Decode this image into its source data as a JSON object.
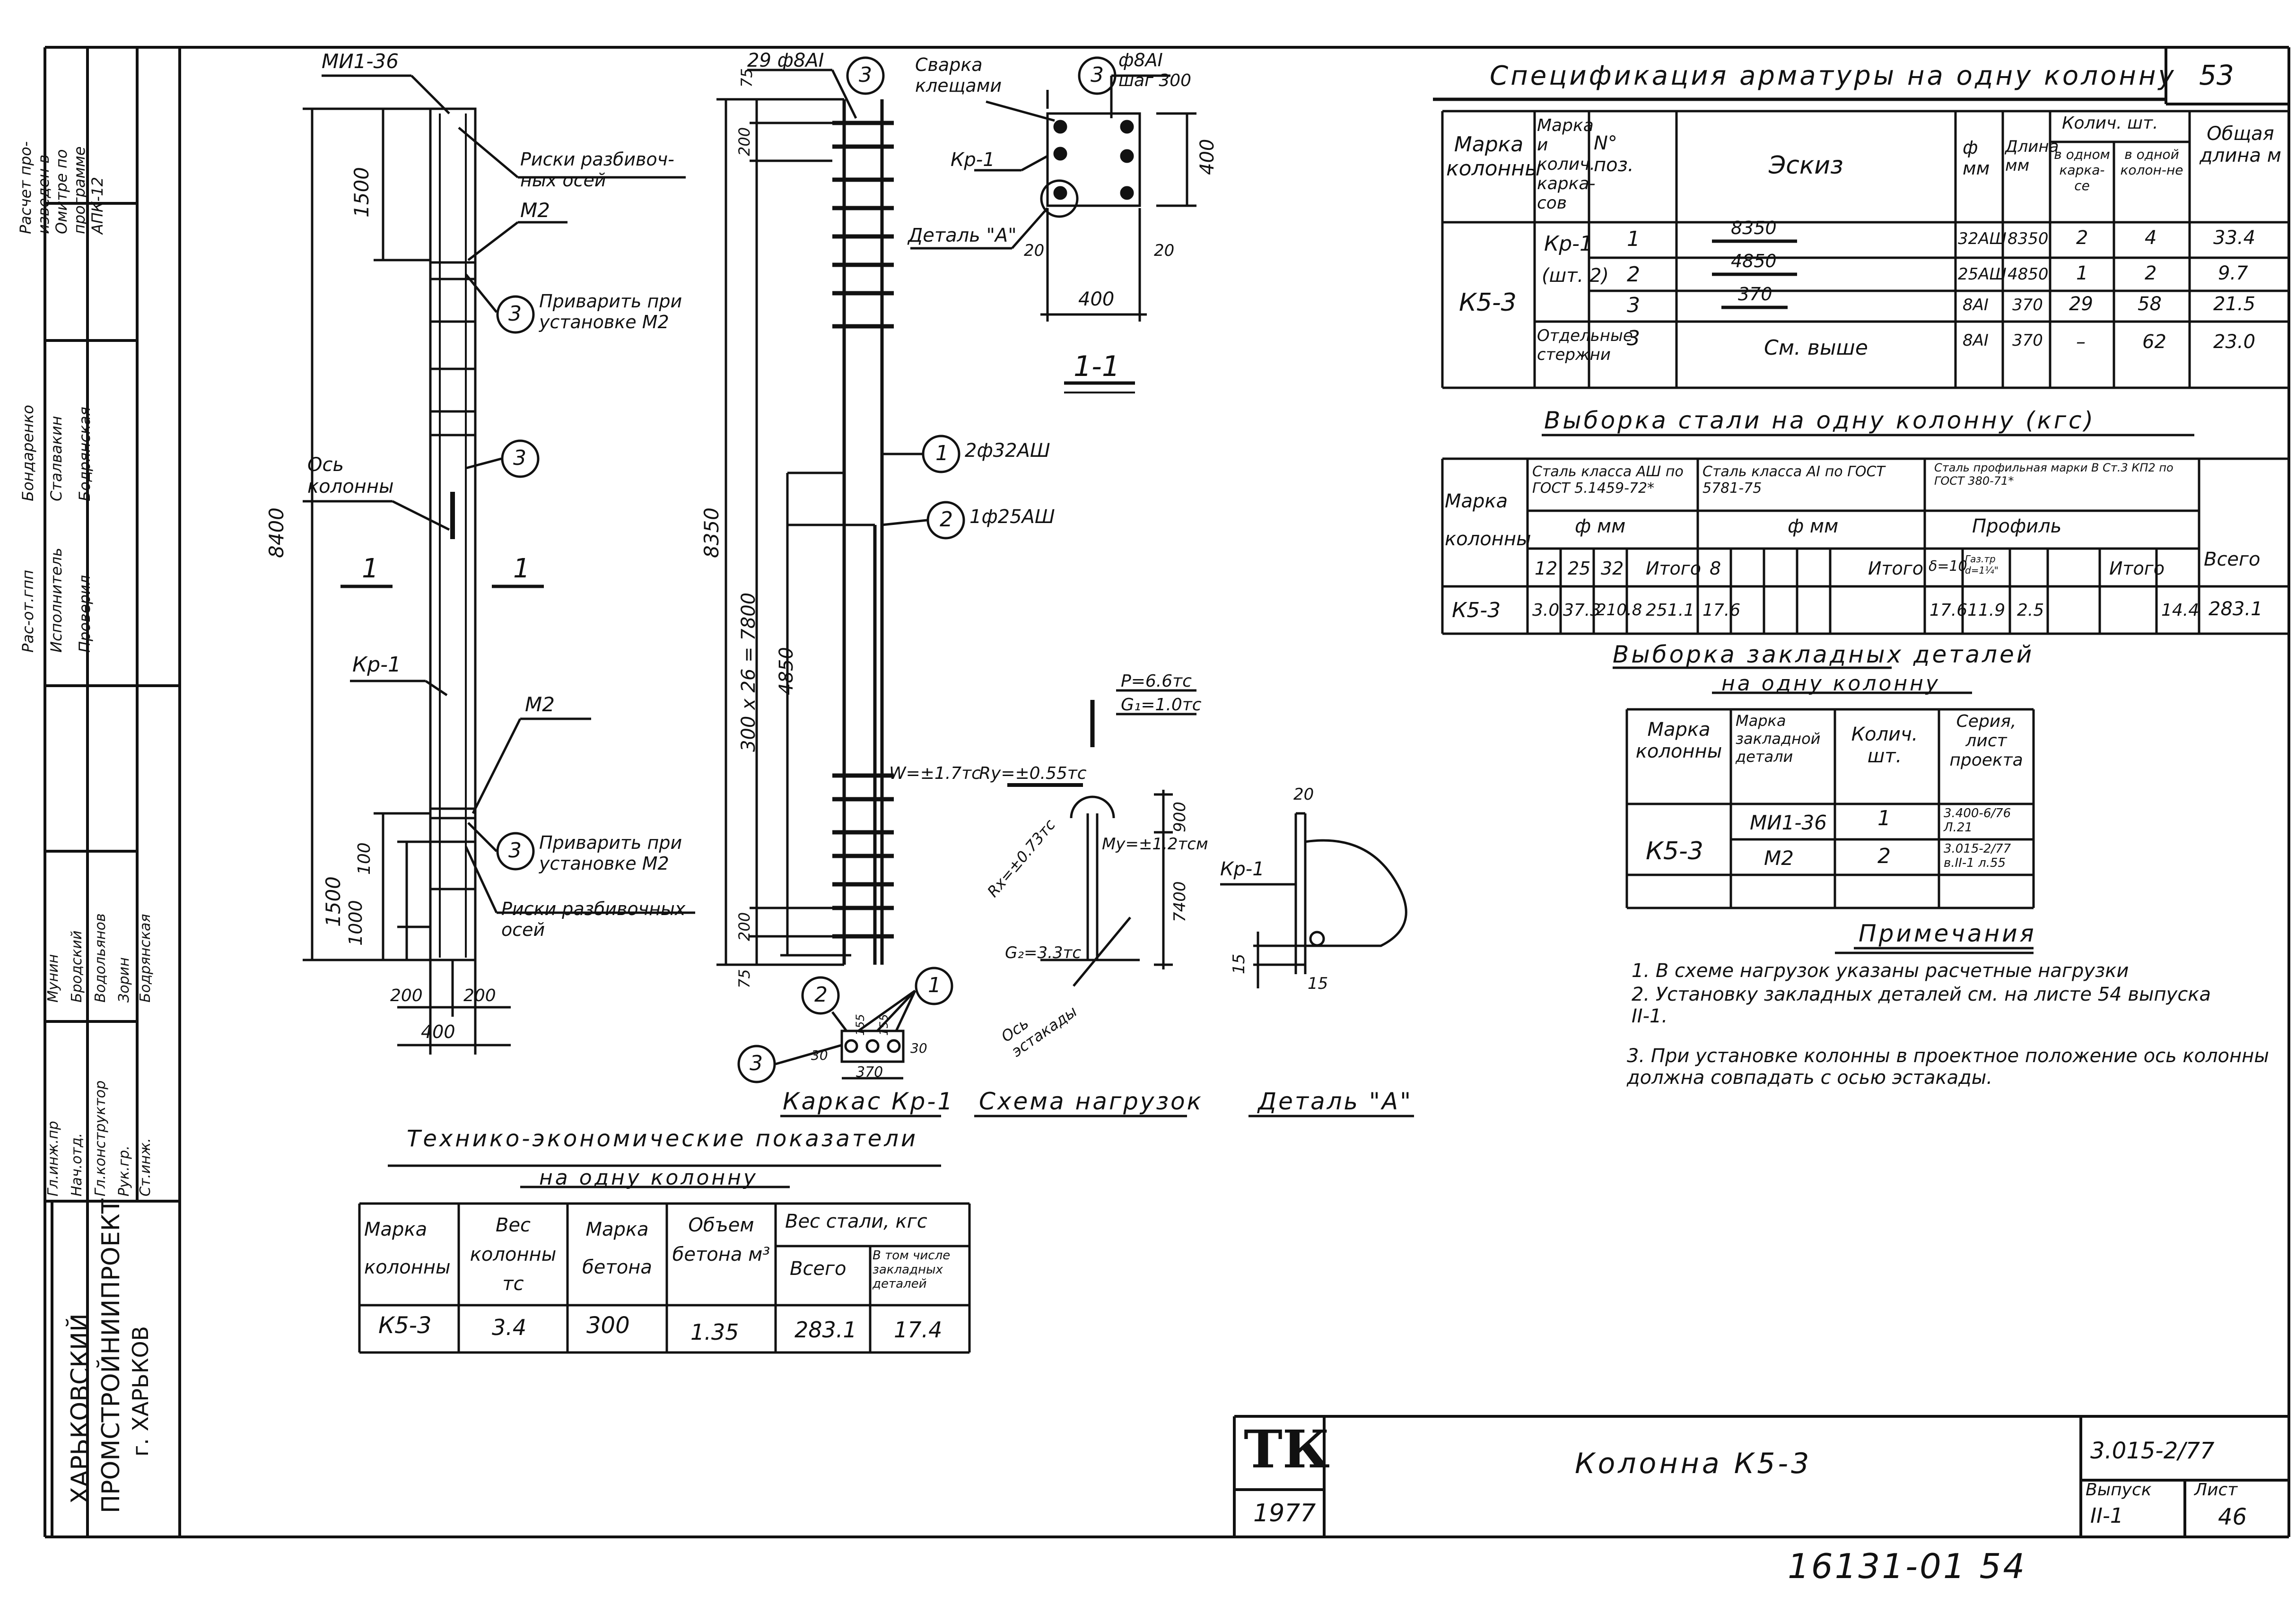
{
  "page_number": "53",
  "left_margin": {
    "note": "Расчет про-изведен в Омитре по программе АПК-12",
    "roles": [
      "Рас-от.гпп",
      "Исполнитель",
      "Проверил"
    ],
    "names": [
      "Бондаренко",
      "Сталвакин",
      "Бодрянская"
    ],
    "roles2": [
      "Нач.отд.",
      "Гл.конструктор",
      "Рук.гр.",
      "Ст.инж."
    ],
    "names2": [
      "Бродский",
      "Водольянов",
      "Зорин",
      "Бодрянская"
    ],
    "chief": "Гл.инж.пр",
    "chief_name": "Мунин",
    "org": [
      "ХАРЬКОВСКИЙ",
      "ПРОМСТРОЙНИИПРОЕКТ",
      "г. ХАРЬКОВ"
    ]
  },
  "elevation": {
    "mi_label": "МИ1-36",
    "risks_top": "Риски разбивоч-ных осей",
    "m2_top": "М2",
    "weld_top": "Приварить при установке М2",
    "axis": "Ось колонны",
    "section_mark": "1",
    "total": "8400",
    "top_dim": "1500",
    "kr": "Кр-1",
    "m2_bottom": "М2",
    "weld_bottom": "Приварить при установке М2",
    "risks_bottom": "Риски разбивочных осей",
    "dim_1500": "1500",
    "dim_1000": "1000",
    "dim_100": "100",
    "dim_200a": "200",
    "dim_200b": "200",
    "dim_400": "400",
    "marker3": "3"
  },
  "cage": {
    "top": "29 ф8AI",
    "marker3": "3",
    "dim75": "75",
    "dim200": "200",
    "total": "8350",
    "spacing": "300 x 26 = 7800",
    "dim4850": "4850",
    "dim200b": "200",
    "dim75b": "75",
    "bar1": "2ф32AШ",
    "bar2": "1ф25AШ",
    "m1": "1",
    "m2": "2",
    "m3": "3",
    "cs30a": "30",
    "cs155a": "155",
    "cs155b": "155",
    "cs30b": "30",
    "cs370": "370",
    "caption": "Каркас Кр-1"
  },
  "section": {
    "weld": "Сварка клещами",
    "marker3": "3",
    "top_bar": "ф8AI",
    "step": "шаг 300",
    "kr": "Кр-1",
    "detail": "Деталь \"А\"",
    "dim20a": "20",
    "dim20b": "20",
    "dim400h": "400",
    "dim400v": "400",
    "title": "1-1"
  },
  "loads": {
    "P": "P=6.6тс",
    "G1": "G₁=1.0тс",
    "W": "W=±1.7тс",
    "Ry": "Ry=±0.55тс",
    "Rx": "Rx=±0.73тс",
    "My": "My=±1.2тсм",
    "dim900": "900",
    "dim7400": "7400",
    "G2": "G₂=3.3тс",
    "axis": "Ось эстакады",
    "caption": "Схема нагрузок"
  },
  "detail": {
    "kr": "Кр-1",
    "dim20": "20",
    "dim15a": "15",
    "dim15b": "15",
    "caption": "Деталь \"А\""
  },
  "spec": {
    "title": "Спецификация арматуры на одну колонну",
    "headers": {
      "mark": "Марка колонны",
      "cage": "Марка и колич. карка-сов",
      "pos": "N° поз.",
      "sketch": "Эскиз",
      "d": "ф мм",
      "len": "Длина мм",
      "qty": "Колич. шт.",
      "in_cage": "в одном карка-се",
      "in_col": "в одной колон-не",
      "total": "Общая длина м"
    },
    "column": "К5-3",
    "cage_name": "Кр-1",
    "cage_qty": "(шт. 2)",
    "separate": "Отдельные стержни",
    "rows": [
      {
        "pos": "1",
        "sketch": "8350",
        "d": "32AШ",
        "len": "8350",
        "qc": "2",
        "qk": "4",
        "total": "33.4"
      },
      {
        "pos": "2",
        "sketch": "4850",
        "d": "25AШ",
        "len": "4850",
        "qc": "1",
        "qk": "2",
        "total": "9.7"
      },
      {
        "pos": "3",
        "sketch": "370",
        "d": "8AI",
        "len": "370",
        "qc": "29",
        "qk": "58",
        "total": "21.5"
      },
      {
        "pos": "3",
        "sketch": "См. выше",
        "d": "8AI",
        "len": "370",
        "qc": "–",
        "qk": "62",
        "total": "23.0"
      }
    ]
  },
  "steel": {
    "title": "Выборка стали на одну колонну (кгс)",
    "mark": "Марка колонны",
    "g1": "Сталь класса AШ по ГОСТ 5.1459-72*",
    "g2": "Сталь класса AI по ГОСТ 5781-75",
    "g3": "Сталь профильная марки В Ст.3 КП2 по ГОСТ 380-71*",
    "d1": "ф мм",
    "d2": "ф мм",
    "profile": "Профиль",
    "sub": [
      "12",
      "25",
      "32",
      "Итого",
      "8",
      "",
      "",
      "",
      "Итого",
      "δ=10",
      "Газ.тр d=1¼\"",
      "",
      "",
      "Итого",
      "Всего"
    ],
    "row": [
      "К5-3",
      "3.0",
      "37.3",
      "210.8",
      "251.1",
      "17.6",
      "",
      "",
      "",
      "17.6",
      "11.9",
      "2.5",
      "",
      "",
      "14.4",
      "283.1"
    ]
  },
  "embed": {
    "title": "Выборка закладных деталей",
    "subtitle": "на одну колонну",
    "headers": [
      "Марка колонны",
      "Марка закладной детали",
      "Колич. шт.",
      "Серия, лист проекта"
    ],
    "column": "К5-3",
    "rows": [
      {
        "mark": "МИ1-36",
        "qty": "1",
        "ref": "3.400-6/76 Л.21"
      },
      {
        "mark": "М2",
        "qty": "2",
        "ref": "3.015-2/77 в.II-1 л.55"
      }
    ]
  },
  "notes": {
    "title": "Примечания",
    "items": [
      "1. В схеме нагрузок указаны расчетные нагрузки",
      "2. Установку закладных деталей см. на листе 54 выпуска II-1.",
      "3. При установке колонны в проектное положение ось колонны должна совпадать с осью эстакады."
    ]
  },
  "tech": {
    "title": "Технико-экономические показатели",
    "subtitle": "на одну колонну",
    "headers": [
      "Марка колонны",
      "Вес колонны тс",
      "Марка бетона",
      "Объем бетона м³",
      "Вес стали, кгс",
      "Всего",
      "В том числе закладных деталей"
    ],
    "row": [
      "К5-3",
      "3.4",
      "300",
      "1.35",
      "283.1",
      "17.4"
    ]
  },
  "stamp": {
    "logo": "ТК",
    "year": "1977",
    "title": "Колонна К5-3",
    "series": "3.015-2/77",
    "issue_label": "Выпуск",
    "issue": "II-1",
    "sheet_label": "Лист",
    "sheet": "46"
  },
  "footer_number": "16131-01 54"
}
